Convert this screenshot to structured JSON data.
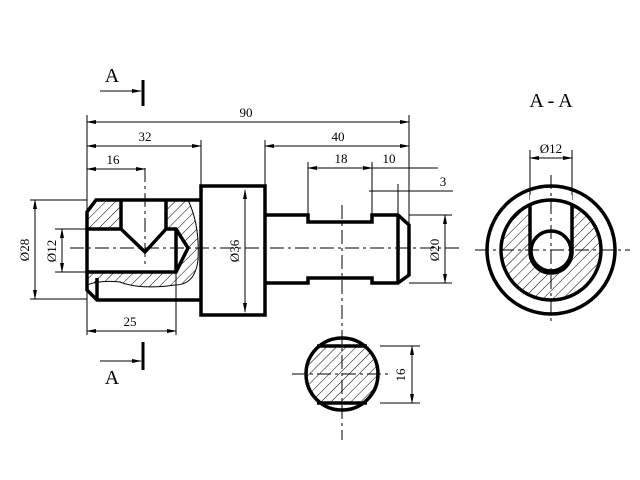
{
  "section_labels": {
    "top": "A",
    "bottom": "A",
    "view_title": "A - A"
  },
  "dimensions": {
    "overall_length": "90",
    "head_length": "32",
    "hole_position": "16",
    "shaft_length": "40",
    "groove_width": "18",
    "end_to_groove": "10",
    "chamfer": "3",
    "head_diameter": "Ø28",
    "bore_diameter": "Ø12",
    "flange_diameter": "Ø36",
    "shaft_diameter": "Ø20",
    "bore_depth": "25",
    "flat_width": "16",
    "slot_width": "Ø12"
  }
}
